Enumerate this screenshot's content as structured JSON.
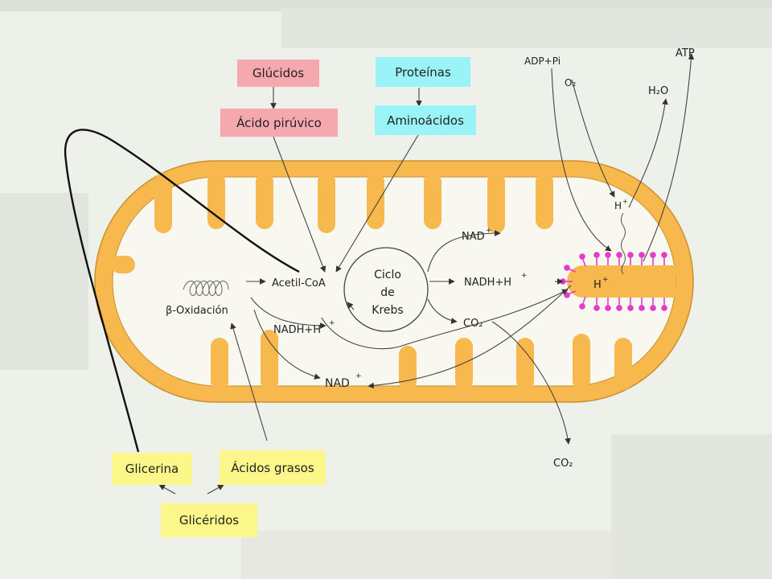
{
  "boxes": {
    "glucidos": "Glúcidos",
    "acido_piruvico": "Ácido pirúvico",
    "proteinas": "Proteínas",
    "aminoacidos": "Aminoácidos",
    "glicerina": "Glicerina",
    "acidos_grasos": "Ácidos grasos",
    "gliceridos": "Glicéridos"
  },
  "labels": {
    "ciclo_line1": "Ciclo",
    "ciclo_line2": "de",
    "ciclo_line3": "Krebs",
    "acetil_coa": "Acetil-CoA",
    "beta_oxidacion": "β-Oxidación",
    "nadh_left": "NADH+H",
    "nad_top": "NAD",
    "nadh_right": "NADH+H",
    "co2_inner": "CO₂",
    "nad_bottom": "NAD",
    "adp_pi": "ADP+Pi",
    "atp": "ATP",
    "o2": "O₂",
    "h2o": "H₂O",
    "h_plus_top": "H",
    "h_plus_inner": "H",
    "co2_outer": "CO₂",
    "plus": "+"
  },
  "colors": {
    "membrane": "#f7b94d",
    "matrix": "#f8f8f1",
    "synthase": "#e23cc8"
  }
}
